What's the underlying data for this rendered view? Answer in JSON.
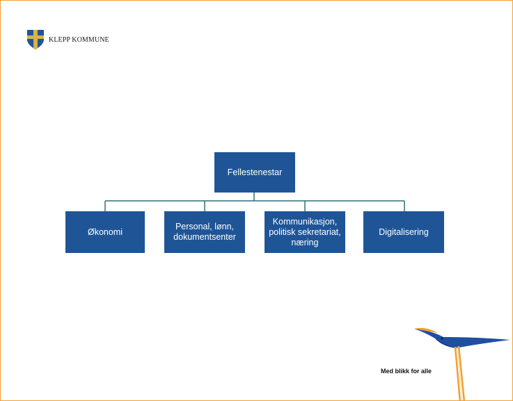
{
  "brand": {
    "name": "KLEPP KOMMUNE",
    "tagline": "Med blikk for alle"
  },
  "org_chart": {
    "root": "Fellestenestar",
    "children": [
      "Økonomi",
      "Personal, lønn, dokumentsenter",
      "Kommunikasjon, politisk sekretariat, næring",
      "Digitalisering"
    ]
  },
  "colors": {
    "box_fill": "#1f5597",
    "connector": "#2e6f78",
    "slide_border": "#f0a030",
    "shield_blue": "#1f5597",
    "cross_gold": "#d8b24a"
  }
}
